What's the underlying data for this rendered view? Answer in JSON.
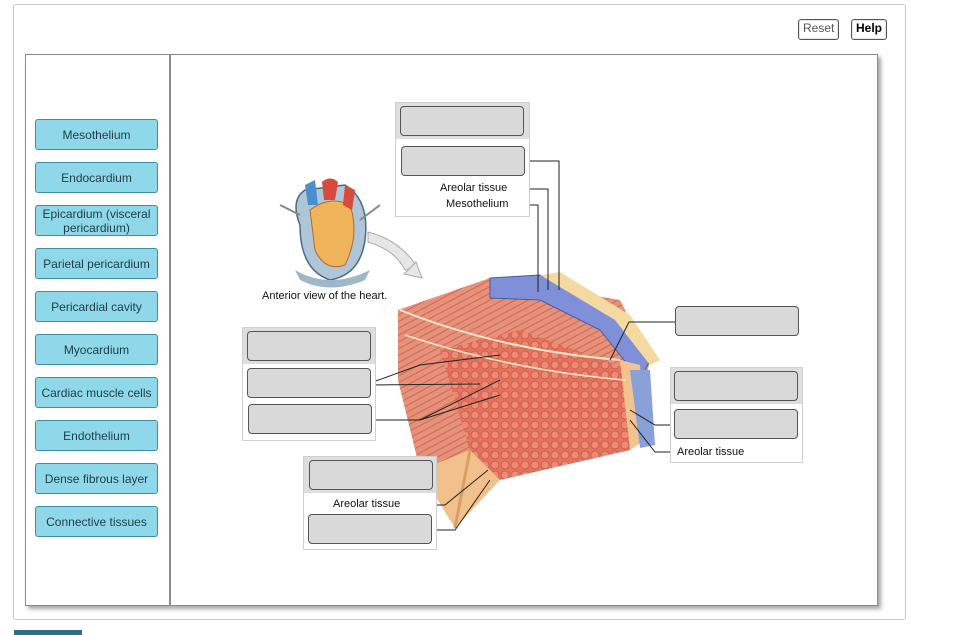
{
  "toolbar": {
    "reset_label": "Reset",
    "help_label": "Help"
  },
  "label_bank": [
    "Mesothelium",
    "Endocardium",
    "Epicardium (visceral pericardium)",
    "Parietal pericardium",
    "Pericardial cavity",
    "Myocardium",
    "Cardiac muscle cells",
    "Endothelium",
    "Dense fibrous layer",
    "Connective tissues"
  ],
  "diagram": {
    "caption": "Anterior view of the heart.",
    "fixed_labels": {
      "top_areolar": "Areolar tissue",
      "top_mesothelium": "Mesothelium",
      "right_areolar": "Areolar tissue",
      "bottom_areolar": "Areolar tissue"
    }
  },
  "colors": {
    "label_fill": "#8fd8ea",
    "label_border": "#3d8da6",
    "drop_fill": "#d9d9d9"
  }
}
